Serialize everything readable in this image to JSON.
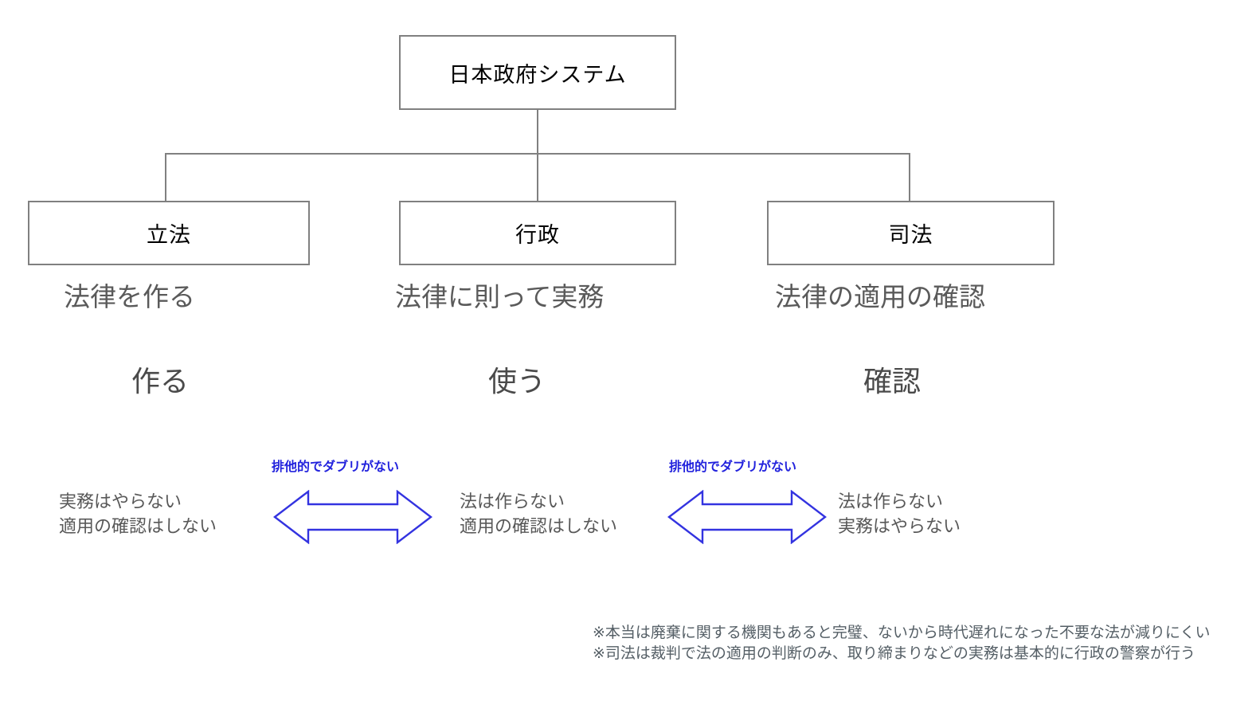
{
  "diagram": {
    "root": {
      "label": "日本政府システム"
    },
    "branches": [
      {
        "id": "legislative",
        "title": "立法",
        "description": "法律を作る",
        "verb": "作る",
        "negatives": [
          "実務はやらない",
          "適用の確認はしない"
        ]
      },
      {
        "id": "executive",
        "title": "行政",
        "description": "法律に則って実務",
        "verb": "使う",
        "negatives": [
          "法は作らない",
          "適用の確認はしない"
        ]
      },
      {
        "id": "judicial",
        "title": "司法",
        "description": "法律の適用の確認",
        "verb": "確認",
        "negatives": [
          "法は作らない",
          "実務はやらない"
        ]
      }
    ],
    "exclusivity_annotations": [
      {
        "label": "排他的でダブリがない",
        "between": [
          "立法",
          "行政"
        ]
      },
      {
        "label": "排他的でダブリがない",
        "between": [
          "行政",
          "司法"
        ]
      }
    ],
    "footnotes": [
      "※本当は廃棄に関する機関もあると完璧、ないから時代遅れになった不要な法が減りにくい",
      "※司法は裁判で法の適用の判断のみ、取り締まりなどの実務は基本的に行政の警察が行う"
    ],
    "colors": {
      "box_border": "#808080",
      "box_text": "#000000",
      "description_text": "#5a5a5a",
      "verb_text": "#4a4a4a",
      "annotation_blue": "#2222dd",
      "footnote_text": "#555f66",
      "connector": "#808080",
      "background": "#ffffff"
    }
  }
}
